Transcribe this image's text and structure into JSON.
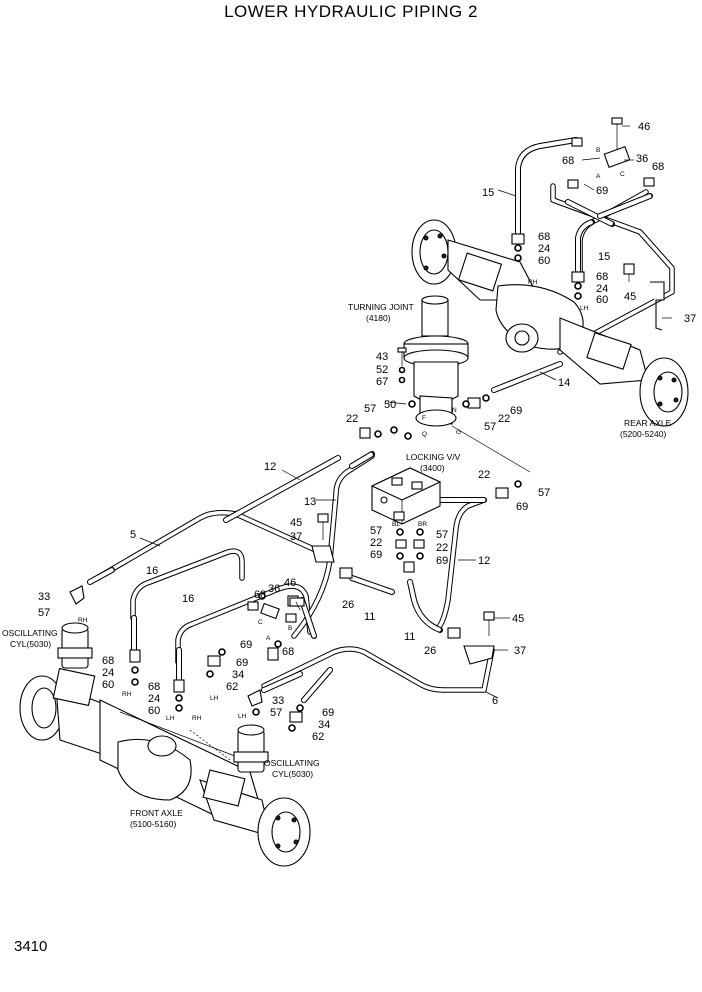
{
  "title": "LOWER HYDRAULIC PIPING 2",
  "page_number": "3410",
  "captions": {
    "turning_joint": "TURNING JOINT",
    "turning_joint_code": "(4180)",
    "locking_valve": "LOCKING V/V",
    "locking_valve_code": "(3400)",
    "rear_axle": "REAR AXLE",
    "rear_axle_code": "(5200-5240)",
    "front_axle": "FRONT AXLE",
    "front_axle_code": "(5100-5160)",
    "oscillating_left": "OSCILLATING",
    "oscillating_left_code": "CYL(5030)",
    "oscillating_right": "OSCILLATING",
    "oscillating_right_code": "CYL(5030)"
  },
  "callouts": [
    "46",
    "68",
    "36",
    "68",
    "15",
    "69",
    "68",
    "24",
    "60",
    "15",
    "68",
    "24",
    "60",
    "45",
    "37",
    "43",
    "52",
    "67",
    "14",
    "50",
    "22",
    "57",
    "57",
    "22",
    "69",
    "12",
    "13",
    "5",
    "45",
    "37",
    "57",
    "22",
    "69",
    "57",
    "22",
    "69",
    "22",
    "57",
    "69",
    "16",
    "16",
    "26",
    "11",
    "12",
    "68",
    "36",
    "46",
    "33",
    "57",
    "69",
    "68",
    "68",
    "24",
    "60",
    "69",
    "34",
    "62",
    "68",
    "24",
    "60",
    "11",
    "26",
    "45",
    "37",
    "6",
    "33",
    "57",
    "69",
    "34",
    "62"
  ],
  "port_labels": [
    "B",
    "A",
    "C",
    "RH",
    "LH",
    "N",
    "F",
    "Q",
    "G",
    "BL",
    "BR",
    "A",
    "C",
    "B",
    "RH",
    "LH",
    "RH",
    "LH",
    "LH",
    "RH"
  ]
}
